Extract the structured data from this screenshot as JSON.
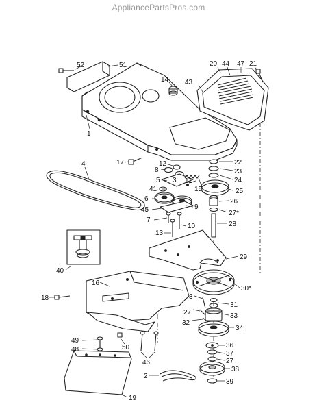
{
  "watermark": "AppliancePartsPros.com",
  "callouts": {
    "c52": "52",
    "c51": "51",
    "c20": "20",
    "c44": "44",
    "c47": "47",
    "c21": "21",
    "c14": "14",
    "c43": "43",
    "c1": "1",
    "c4": "4",
    "c17": "17",
    "c12": "12",
    "c8": "8",
    "c3a": "3",
    "c5": "5",
    "c41": "41",
    "c6": "6",
    "c45": "45",
    "c7": "7",
    "c13": "13",
    "c10": "10",
    "c9": "9",
    "c11": "11",
    "c15": "15",
    "c22": "22",
    "c23": "23",
    "c24": "24",
    "c25": "25",
    "c26": "26",
    "c27a": "27*",
    "c28": "28",
    "c29": "29",
    "c30": "30*",
    "c40": "40",
    "c16": "16",
    "c18": "18",
    "c3b": "3",
    "c27b": "27",
    "c32": "32",
    "c31": "31",
    "c33": "33",
    "c34": "34",
    "c49": "49",
    "c48": "48",
    "c50": "50",
    "c46": "46",
    "c19": "19",
    "c36": "36",
    "c37": "37",
    "c27c": "27",
    "c38": "38",
    "c2": "2",
    "c39": "39"
  }
}
